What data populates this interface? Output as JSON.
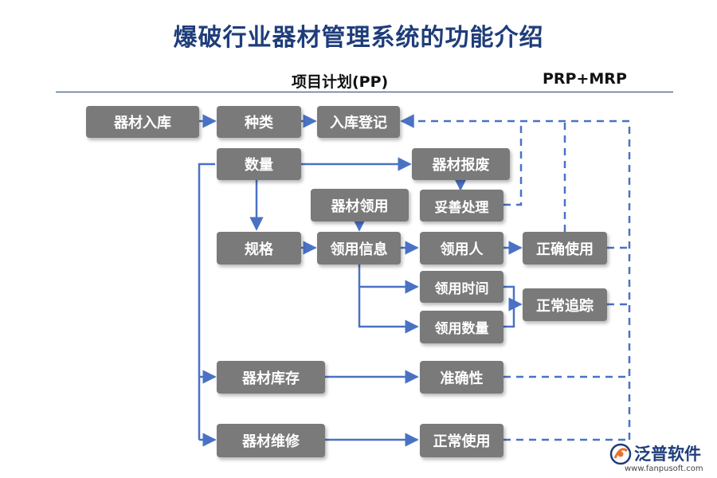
{
  "title": "爆破行业器材管理系统的功能介绍",
  "headers": {
    "pp": "项目计划(PP)",
    "mrp": "PRP+MRP"
  },
  "nodes": {
    "equipment_in": "器材入库",
    "category": "种类",
    "registration": "入库登记",
    "quantity": "数量",
    "scrap": "器材报废",
    "proper_disposal": "妥善处理",
    "equipment_requisition": "器材领用",
    "specification": "规格",
    "requisition_info": "领用信息",
    "recipient": "领用人",
    "correct_use": "正确使用",
    "requisition_time": "领用时间",
    "requisition_quantity": "领用数量",
    "normal_tracking": "正常追踪",
    "inventory": "器材库存",
    "accuracy": "准确性",
    "maintenance": "器材维修",
    "normal_use": "正常使用"
  },
  "logo": {
    "name": "泛普软件",
    "url": "www.fanpusoft.com"
  },
  "colors": {
    "title": "#1f3d7a",
    "box": "#7a7a7a",
    "arrow": "#4a72c4"
  }
}
